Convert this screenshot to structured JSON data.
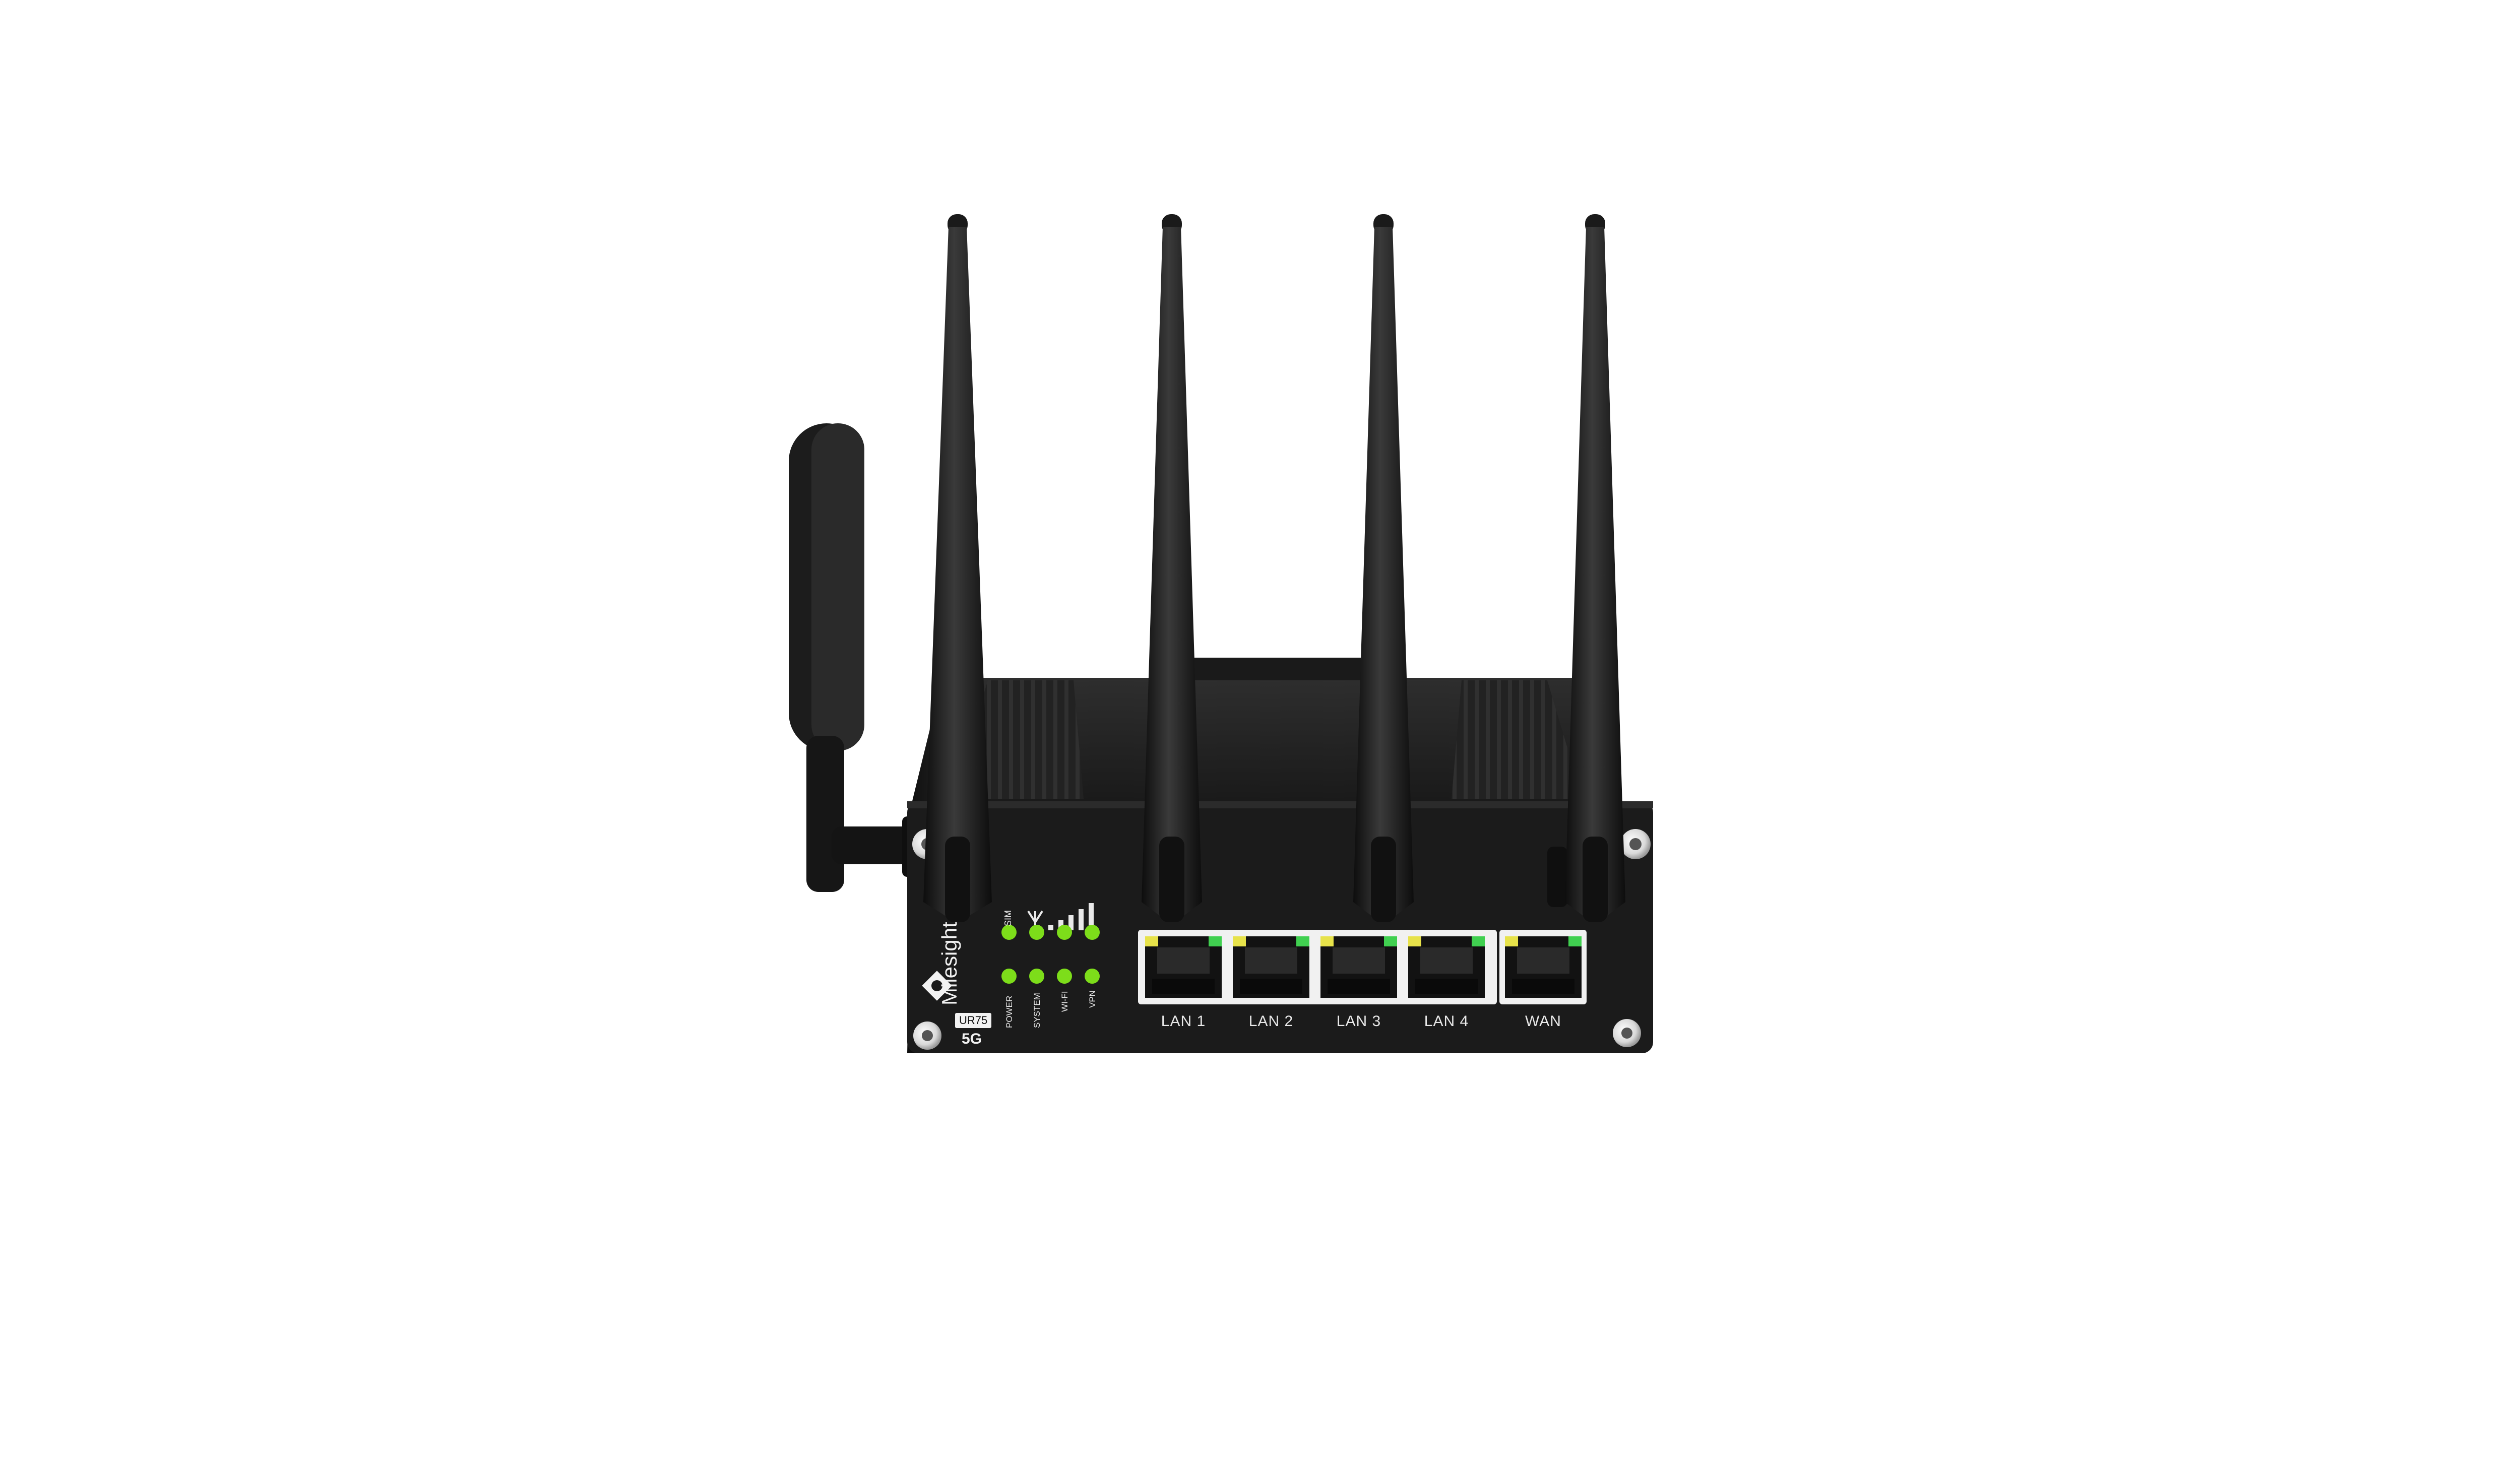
{
  "device": {
    "brand": "Milesight",
    "model": "UR75",
    "network_badge": "5G",
    "colors": {
      "body": "#1b1b1b",
      "panel": "#141414",
      "led_green": "#7ddd1a",
      "port_amber": "#e7e24a",
      "port_green": "#40d050",
      "label_text": "#e9e9e9"
    }
  },
  "leds": {
    "top_row": [
      "SIM"
    ],
    "bottom_row": [
      "POWER",
      "SYSTEM",
      "WI-FI",
      "VPN"
    ]
  },
  "ports": [
    "LAN 1",
    "LAN 2",
    "LAN 3",
    "LAN 4",
    "WAN"
  ]
}
